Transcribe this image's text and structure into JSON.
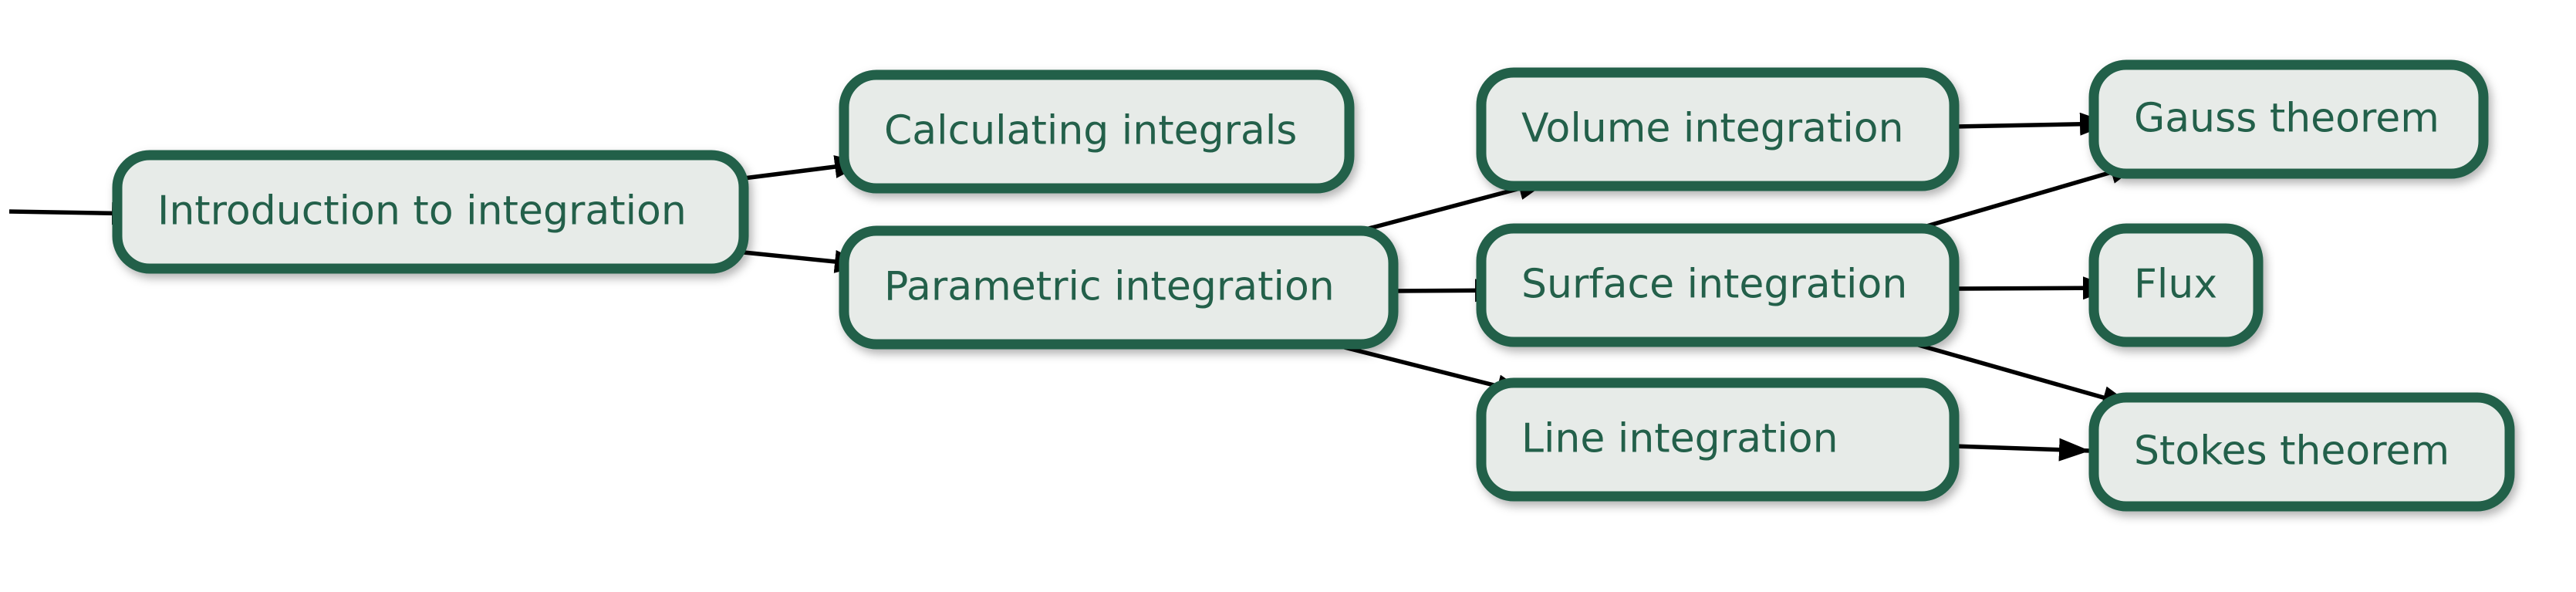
{
  "diagram": {
    "colors": {
      "node_fill": "#e7ebe8",
      "node_border": "#23604a",
      "node_text": "#23604a",
      "edge": "#000000"
    },
    "nodes": [
      {
        "id": "intro",
        "label": "Introduction to integration"
      },
      {
        "id": "calc",
        "label": "Calculating integrals"
      },
      {
        "id": "param",
        "label": "Parametric integration"
      },
      {
        "id": "volume",
        "label": "Volume integration"
      },
      {
        "id": "surface",
        "label": "Surface integration"
      },
      {
        "id": "line",
        "label": "Line integration"
      },
      {
        "id": "gauss",
        "label": "Gauss theorem"
      },
      {
        "id": "flux",
        "label": "Flux"
      },
      {
        "id": "stokes",
        "label": "Stokes theorem"
      }
    ],
    "edges": [
      {
        "from": "",
        "to": "intro"
      },
      {
        "from": "intro",
        "to": "calc"
      },
      {
        "from": "intro",
        "to": "param"
      },
      {
        "from": "param",
        "to": "volume"
      },
      {
        "from": "param",
        "to": "surface"
      },
      {
        "from": "param",
        "to": "line"
      },
      {
        "from": "volume",
        "to": "gauss"
      },
      {
        "from": "surface",
        "to": "gauss"
      },
      {
        "from": "surface",
        "to": "flux"
      },
      {
        "from": "surface",
        "to": "stokes"
      },
      {
        "from": "line",
        "to": "stokes"
      }
    ]
  }
}
